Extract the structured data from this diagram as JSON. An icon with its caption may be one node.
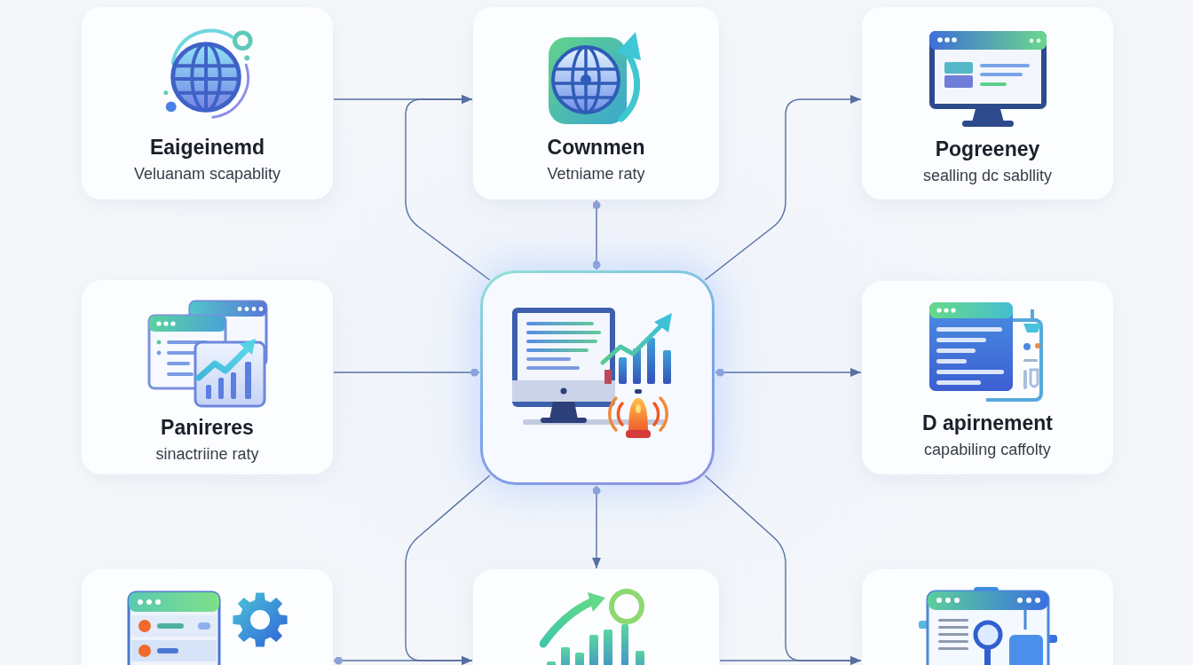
{
  "diagram": {
    "nodes": [
      {
        "text": [
          "Eaigeinemd",
          "Veluanam scapablity"
        ]
      },
      {
        "text": [
          "Cownmen",
          "Vetniame raty"
        ]
      },
      {
        "text": [
          "Pogreeney",
          "sealling dc sabllity"
        ]
      },
      {
        "text": [
          "Panireres",
          "sinactriine raty"
        ]
      },
      {
        "text": [],
        "shape": "box"
      },
      {
        "text": [
          "D apirnement",
          "capabiling caffolty"
        ]
      },
      {
        "text": [],
        "shape": "box"
      },
      {
        "text": [],
        "shape": "box"
      },
      {
        "text": [],
        "shape": "box"
      }
    ],
    "edges": [
      {
        "from": 0,
        "to": 1,
        "arrow": "to"
      },
      {
        "from": 4,
        "to": 1,
        "arrow": "to"
      },
      {
        "from": 1,
        "to": 4,
        "arrow": "other"
      },
      {
        "from": 4,
        "to": 2,
        "arrow": "to"
      },
      {
        "from": 3,
        "to": 4,
        "arrow": "other"
      },
      {
        "from": 4,
        "to": 5,
        "arrow": "to"
      },
      {
        "from": 6,
        "to": 7,
        "arrow": "to"
      },
      {
        "from": 4,
        "to": 7,
        "arrow": "to"
      },
      {
        "from": 4,
        "to": 7,
        "arrow": "to"
      },
      {
        "from": 4,
        "to": 8,
        "arrow": "to"
      },
      {
        "from": 7,
        "to": 8,
        "arrow": "to"
      }
    ]
  }
}
